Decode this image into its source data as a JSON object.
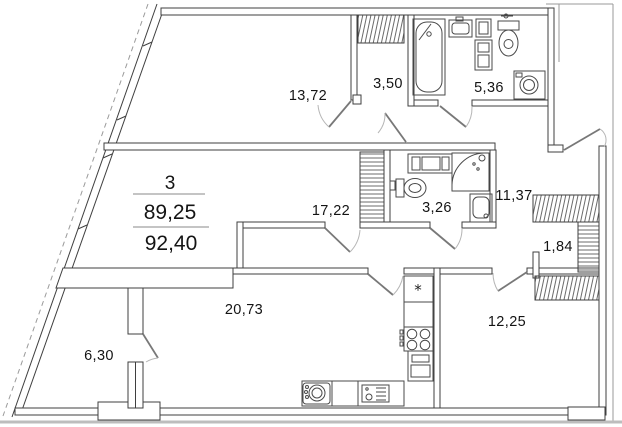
{
  "plan": {
    "type": "apartment-floor-plan",
    "title_block": {
      "rooms_count": "3",
      "living_area": "89,25",
      "total_area": "92,40"
    },
    "vent_symbol": "*",
    "rooms": [
      {
        "id": "bedroom-top",
        "area": "13,72"
      },
      {
        "id": "corridor",
        "area": "3,50"
      },
      {
        "id": "bathroom-main",
        "area": "5,36"
      },
      {
        "id": "bedroom-middle",
        "area": "17,22"
      },
      {
        "id": "bathroom-second",
        "area": "3,26"
      },
      {
        "id": "hallway",
        "area": "11,37"
      },
      {
        "id": "wardrobe",
        "area": "1,84"
      },
      {
        "id": "kitchen-living",
        "area": "20,73"
      },
      {
        "id": "bedroom-right",
        "area": "12,25"
      },
      {
        "id": "balcony",
        "area": "6,30"
      }
    ]
  }
}
